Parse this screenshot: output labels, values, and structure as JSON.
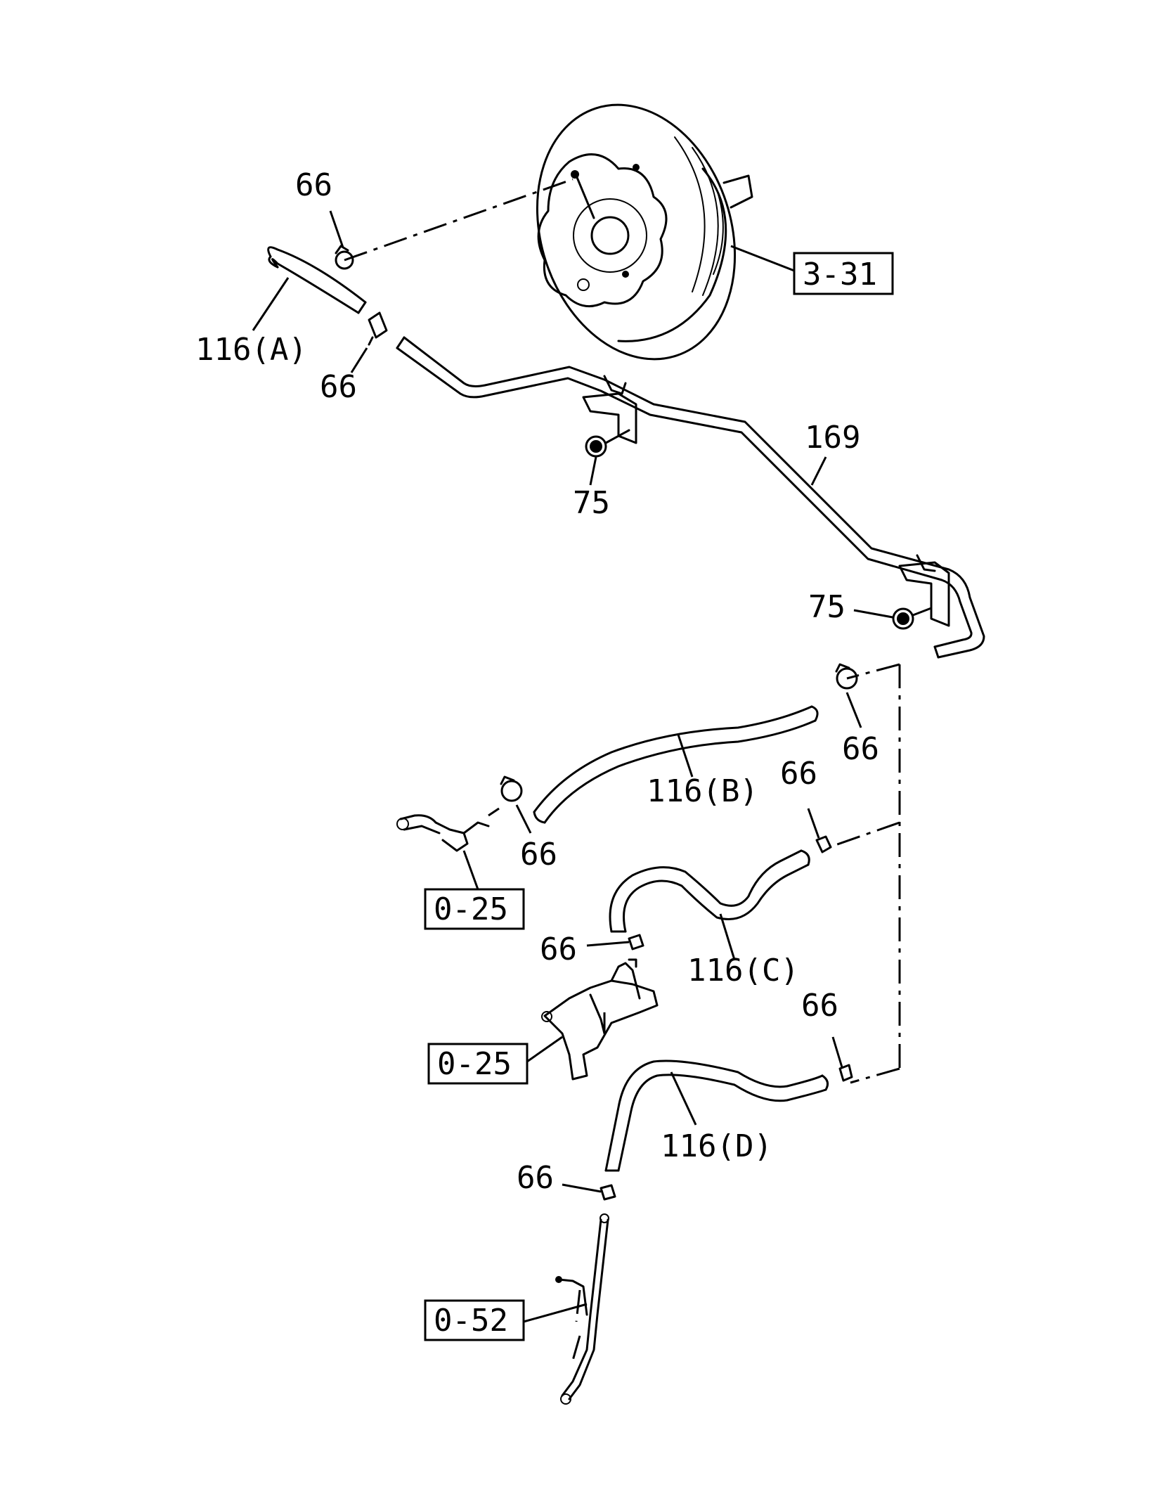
{
  "labels": {
    "clip_66_top": "66",
    "hose_116a": "116(A)",
    "clip_66_a": "66",
    "ref_3_31": "3-31",
    "pipe_169": "169",
    "nut_75_mid": "75",
    "nut_75_right": "75",
    "clip_66_b_right": "66",
    "hose_116b": "116(B)",
    "clip_66_b_left": "66",
    "ref_0_25_top": "0-25",
    "clip_66_c_right": "66",
    "hose_116c": "116(C)",
    "clip_66_c_left": "66",
    "ref_0_25_bottom": "0-25",
    "clip_66_d_right": "66",
    "hose_116d": "116(D)",
    "clip_66_d_left": "66",
    "ref_0_52": "0-52"
  }
}
